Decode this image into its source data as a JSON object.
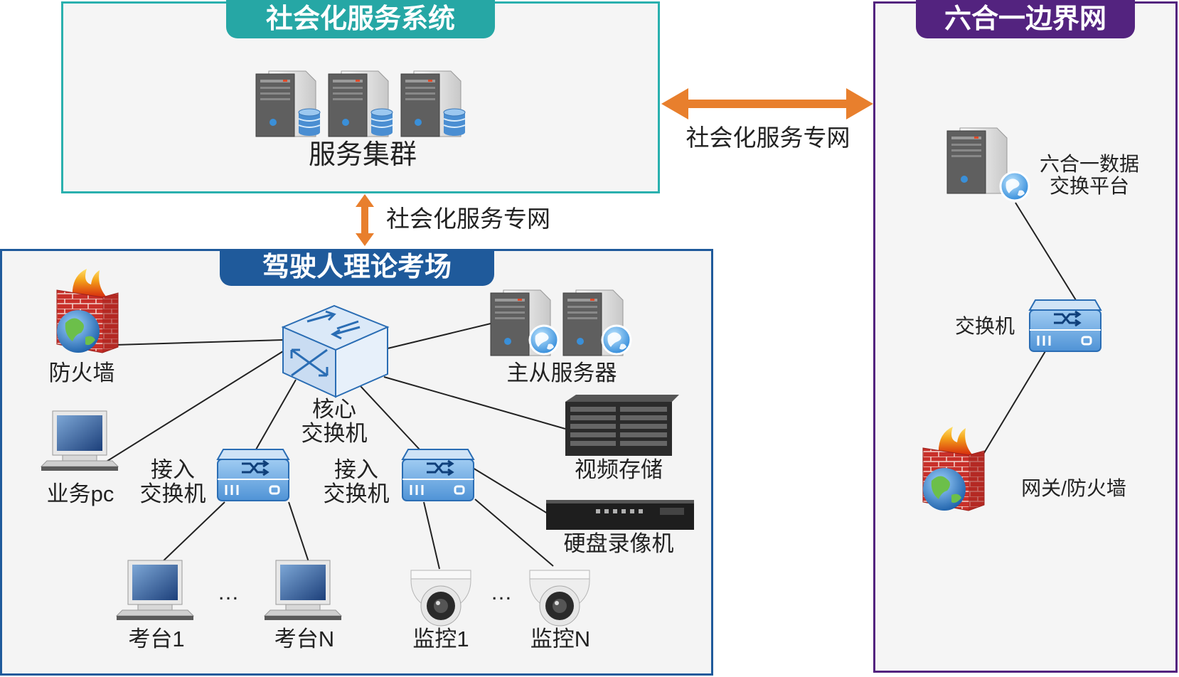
{
  "panels": {
    "social_service": {
      "title": "社会化服务系统",
      "cluster_label": "服务集群",
      "color": "#26a7a5"
    },
    "exam_site": {
      "title": "驾驶人理论考场",
      "color": "#1f5a9b"
    },
    "boundary": {
      "title": "六合一边界网",
      "color": "#53237f"
    }
  },
  "links": {
    "horizontal": "社会化服务专网",
    "vertical": "社会化服务专网",
    "arrow_color": "#e87f2d"
  },
  "exam_nodes": {
    "firewall": "防火墙",
    "core_switch": "核心\n交换机",
    "master_slave_servers": "主从服务器",
    "business_pc": "业务pc",
    "access_switch_1": "接入\n交换机",
    "access_switch_2": "接入\n交换机",
    "video_storage": "视频存储",
    "nvr": "硬盘录像机",
    "exam_seat_1": "考台1",
    "exam_seat_n": "考台N",
    "monitor_1": "监控1",
    "monitor_n": "监控N",
    "ellipsis": "…"
  },
  "boundary_nodes": {
    "exchange_platform": "六合一数据\n交换平台",
    "switch": "交换机",
    "gateway_firewall": "网关/防火墙"
  },
  "icons": [
    "server-icon",
    "database-icon",
    "globe-icon",
    "firewall-icon",
    "switch-icon",
    "core-switch-icon",
    "pc-icon",
    "storage-icon",
    "nvr-icon",
    "camera-icon"
  ]
}
